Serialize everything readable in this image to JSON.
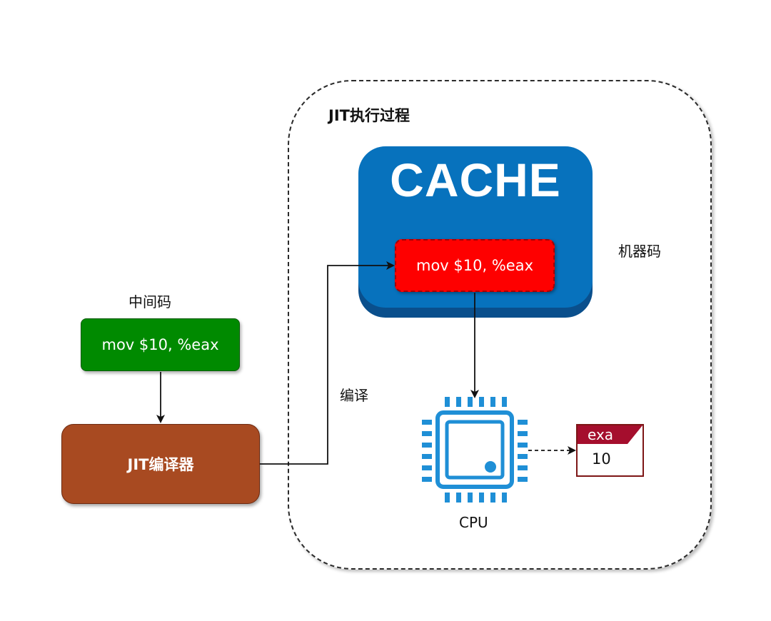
{
  "region": {
    "title": "JIT执行过程"
  },
  "intermediate": {
    "label": "中间码",
    "code": "mov $10, %eax"
  },
  "compiler": {
    "label": "JIT编译器"
  },
  "edge_labels": {
    "compile": "编译",
    "machine_code": "机器码"
  },
  "cache": {
    "title": "CACHE",
    "code": "mov $10, %eax"
  },
  "cpu": {
    "label": "CPU",
    "icon": "cpu-chip-icon"
  },
  "register": {
    "name": "exa",
    "value": "10"
  },
  "colors": {
    "intermediate_fill": "#008a00",
    "compiler_fill": "#a84a21",
    "cache_fill": "#0772bd",
    "machine_code_fill": "#fe0000",
    "cpu_icon": "#1f8fd6",
    "register_accent": "#a50e2d"
  }
}
